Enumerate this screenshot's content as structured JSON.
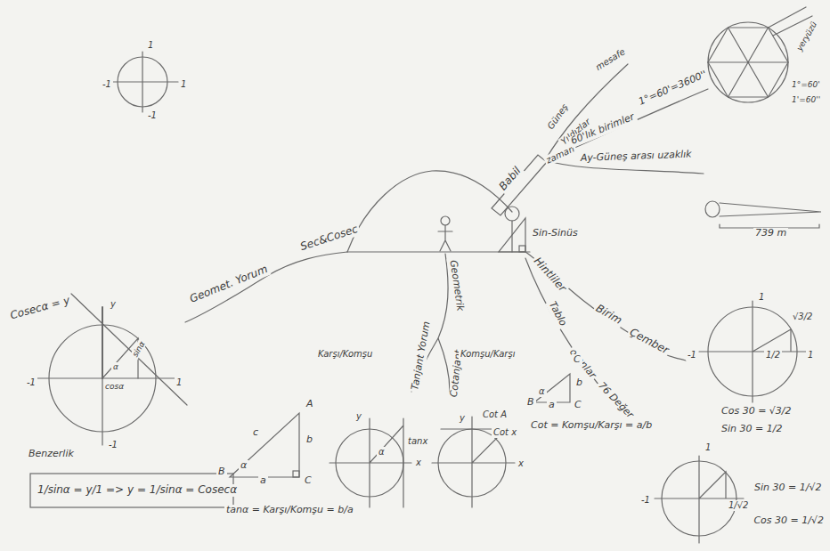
{
  "diagram": {
    "labels": [
      "Geomet. Yorum",
      "Sec&Cosec",
      "Babil",
      "Güneş",
      "Yıldızlar",
      "mesafe",
      "zaman",
      "60'lık birimler",
      "1°=60'=3600''",
      "Ay-Güneş arası uzaklık",
      "739 m",
      "Sin-Sinüs",
      "Hintliler",
      "Birim",
      "Çember",
      "Tablo",
      "oranlar",
      "76 Değer",
      "Geometrik",
      "Tanjant Yorum",
      "Cotanjant",
      "Karşı/Komşu",
      "Komşu/Karşı",
      "A",
      "B",
      "C",
      "a",
      "b",
      "c",
      "α",
      "tanα = Karşı/Komşu = b/a",
      "y",
      "x",
      "tanx",
      "α",
      "y",
      "Cot A",
      "x",
      "Cot x",
      "C",
      "b",
      "B",
      "a",
      "C",
      "α",
      "Cot = Komşu/Karşı = a/b",
      "1",
      "-1",
      "1",
      "-1",
      "Cosecα = y",
      "cosα",
      "sinα",
      "α",
      "1",
      "-1",
      "-1",
      "y",
      "Benzerlik",
      "1/sinα = y/1 => y = 1/sinα = Cosecα",
      "1",
      "-1",
      "1",
      "√3/2",
      "1/2",
      "Cos 30 = √3/2",
      "Sin 30 = 1/2",
      "1",
      "-1",
      "1/√2",
      "Sin 30 = 1/√2",
      "Cos 30 = 1/√2",
      "1°=60'",
      "1'=60''",
      "yeryüzü"
    ]
  }
}
